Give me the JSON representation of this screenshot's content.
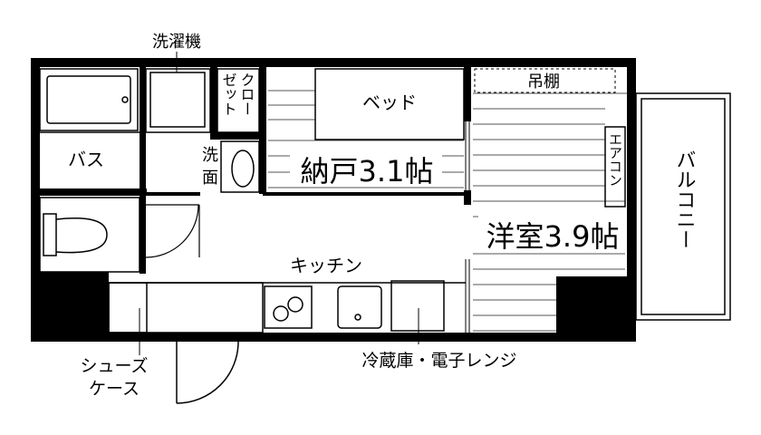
{
  "plan": {
    "labels": {
      "washer": "洗濯機",
      "closet_col1": "ゼット",
      "closet_col2": "クロー",
      "bed": "ベッド",
      "hanging_shelf": "吊棚",
      "bath": "バス",
      "wash_1": "洗",
      "wash_2": "面",
      "storage_room": "納戸3.1帖",
      "aircon": "エアコン",
      "balcony": "バルコニー",
      "western_room": "洋室3.9帖",
      "kitchen": "キッチン",
      "shoe_case_1": "シューズ",
      "shoe_case_2": "ケース",
      "fridge_microwave": "冷蔵庫・電子レンジ"
    },
    "colors": {
      "wall": "#000000",
      "floor_lines": "#666666",
      "background": "#ffffff"
    }
  }
}
